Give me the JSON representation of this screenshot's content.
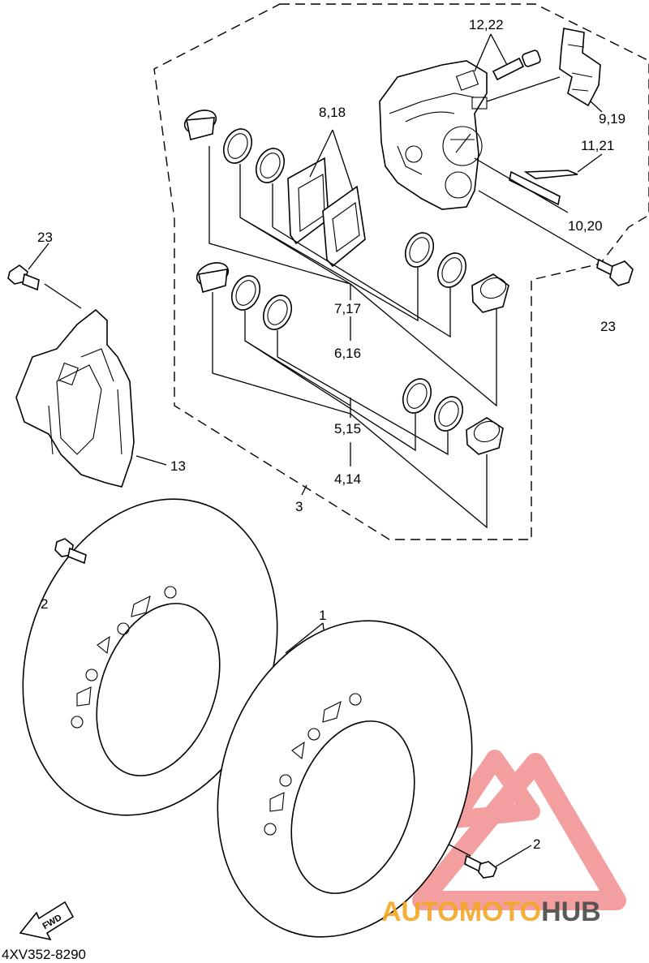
{
  "diagram": {
    "code": "4XV352-8290",
    "fwd_label": "FWD",
    "callouts": {
      "c1": "1",
      "c2a": "2",
      "c2b": "2",
      "c3": "3",
      "c4_14": "4,14",
      "c5_15": "5,15",
      "c6_16": "6,16",
      "c7_17": "7,17",
      "c8_18": "8,18",
      "c9_19": "9,19",
      "c10_20": "10,20",
      "c11_21": "11,21",
      "c12_22": "12,22",
      "c13": "13",
      "c23a": "23",
      "c23b": "23"
    }
  },
  "watermark": {
    "text_accent": "AUTOMOTO",
    "text_dark": "HUB",
    "accent_color": "#f5a623",
    "dark_color": "#4a4a4a",
    "logo_color": "#f08080"
  }
}
